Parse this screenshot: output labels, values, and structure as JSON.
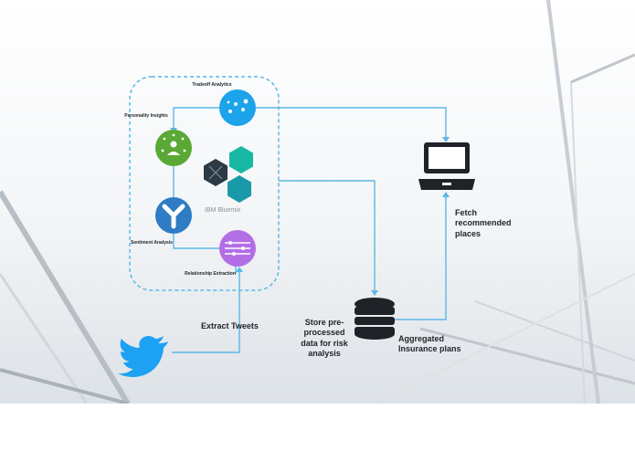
{
  "nodes": {
    "tradeoff": "Tradeoff Analytics",
    "personality": "Personality Insights",
    "sentiment": "Sentiment Analysis",
    "relationship": "Relationship Extraction",
    "bluemix": "IBM Bluemix"
  },
  "labels": {
    "extract": "Extract Tweets",
    "store": "Store pre-processed data for risk analysis",
    "aggregated": "Aggregated Insurance plans",
    "fetch": "Fetch recommended places"
  },
  "icons": {
    "twitter": "twitter-bird-icon",
    "database": "database-icon",
    "laptop": "laptop-icon"
  },
  "colors": {
    "connector": "#5bb8e6",
    "tradeoff": "#1ca3ec",
    "personality": "#5aa835",
    "sentiment": "#2d7cc4",
    "relationship": "#b36ee6",
    "bluemix_teal": "#17b8a2",
    "bluemix_dark": "#2b3a45",
    "twitter": "#1da1f2"
  }
}
